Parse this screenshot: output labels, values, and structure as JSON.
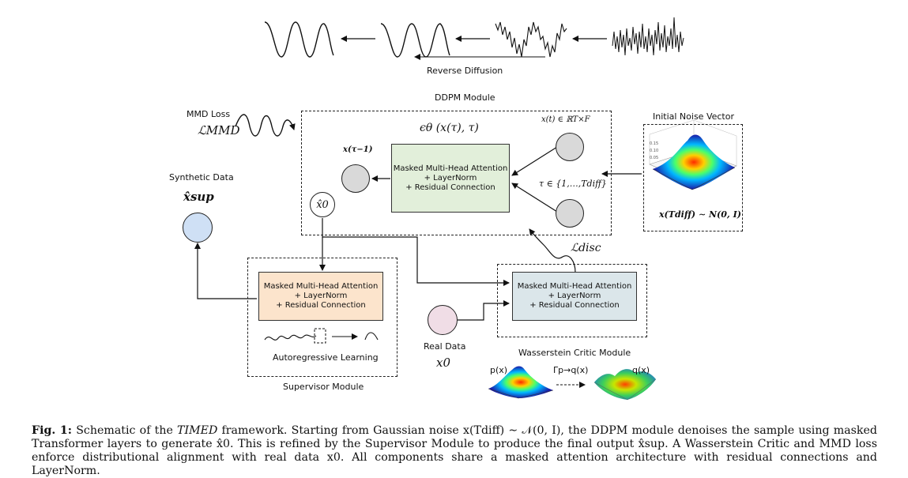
{
  "top": {
    "reverse_diffusion": "Reverse Diffusion",
    "ddpm_module": "DDPM Module"
  },
  "ddpm": {
    "epsilon_label": "ϵθ (x(τ), τ)",
    "xt_label": "x(t) ∈ ℝT×F",
    "tau_label": "τ ∈ {1,…,Tdiff}",
    "x_tau_minus_1": "x(τ−1)",
    "x0_hat": "x̂0",
    "block_line1": "Masked Multi-Head Attention",
    "block_line2": "+ LayerNorm",
    "block_line3": "+ Residual Connection"
  },
  "mmd": {
    "label": "MMD Loss",
    "symbol": "ℒMMD"
  },
  "noise": {
    "label": "Initial Noise Vector",
    "formula": "x(Tdiff) ∼ N(0, I)",
    "tick1": "0.15",
    "tick2": "0.10",
    "tick3": "0.05"
  },
  "synthetic": {
    "label": "Synthetic Data",
    "symbol": "x̂sup"
  },
  "supervisor": {
    "block_line1": "Masked Multi-Head Attention",
    "block_line2": "+ LayerNorm",
    "block_line3": "+ Residual Connection",
    "autoregressive": "Autoregressive Learning",
    "module_label": "Supervisor Module"
  },
  "critic": {
    "block_line1": "Masked Multi-Head Attention",
    "block_line2": "+ LayerNorm",
    "block_line3": "+ Residual Connection",
    "module_label": "Wasserstein Critic Module",
    "ldisc": "ℒdisc",
    "px": "p(x)",
    "qx": "q(x)",
    "gamma": "Γp→q(x)"
  },
  "real": {
    "label": "Real Data",
    "symbol": "x0"
  },
  "caption": {
    "fig": "Fig. 1:",
    "text_a": " Schematic of the ",
    "timed": "TIMED",
    "text_b": " framework. Starting from Gaussian noise x(Tdiff) ∼ 𝒩(0, I), the DDPM module denoises the sample using masked Transformer layers to generate x̂0. This is refined by the Supervisor Module to produce the final output x̂sup. A Wasserstein Critic and MMD loss enforce distributional alignment with real data x0. All components share a masked attention architecture with residual connections and LayerNorm."
  },
  "colors": {
    "ddpm_block": "#e2efda",
    "supervisor_block": "#fce4cc",
    "critic_block": "#dbe6ea",
    "synthetic_circle": "#cfe0f5",
    "real_circle": "#f0dde6",
    "grey_circle": "#d9d9d9"
  }
}
